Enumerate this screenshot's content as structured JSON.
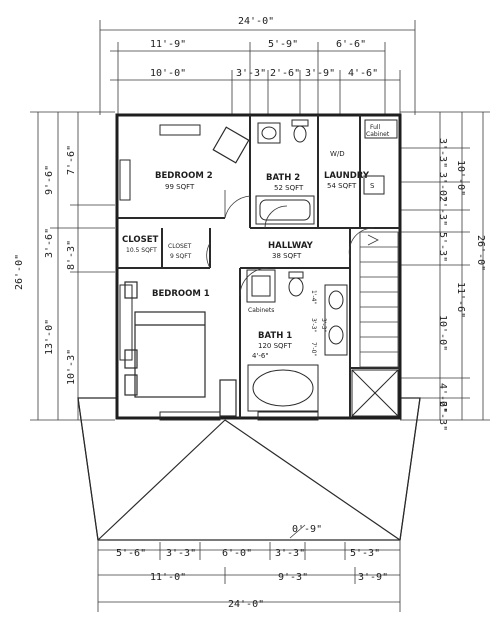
{
  "dimensions": {
    "top_overall": "24'-0\"",
    "top_row2_left": "11'-9\"",
    "top_row2_mid": "5'-9\"",
    "top_row2_right": "6'-6\"",
    "top_row3_a": "10'-0\"",
    "top_row3_b": "3'-3\"",
    "top_row3_c": "2'-6\"",
    "top_row3_d": "3'-9\"",
    "top_row3_e": "4'-6\"",
    "left_overall": "26'-0\"",
    "left_upper": "9'-6\"",
    "left_lower": "13'-0\"",
    "left_inner_a": "7'-6\"",
    "left_inner_b": "3'-6\"",
    "left_inner_c": "8'-3\"",
    "left_inner_d": "10'-3\"",
    "right_overall": "26'-0\"",
    "right_a": "3'-3\"",
    "right_b": "3'-0\"",
    "right_c": "2'-3\"",
    "right_d": "5'-3\"",
    "right_e": "10'-0\"",
    "right_f": "11'-6\"",
    "right_g": "10'-0\"",
    "right_h": "4'-6\"",
    "right_i": "2'-3\"",
    "bath1_a": "1'-4\"",
    "bath1_b": "3'-3\"",
    "bath1_c": "7'-0\"",
    "bath1_d": "3'-3\"",
    "bath1_e": "4'-6\"",
    "bottom_small": "0'-9\"",
    "bottom_row1_a": "5'-6\"",
    "bottom_row1_b": "3'-3\"",
    "bottom_row1_c": "6'-0\"",
    "bottom_row1_d": "3'-3\"",
    "bottom_row1_e": "5'-3\"",
    "bottom_row2_a": "11'-0\"",
    "bottom_row2_b": "9'-3\"",
    "bottom_row2_c": "3'-9\"",
    "bottom_overall": "24'-0\""
  },
  "rooms": {
    "bedroom2": {
      "name": "BEDROOM 2",
      "area": "99 SQFT"
    },
    "bath2": {
      "name": "BATH 2",
      "area": "52 SQFT"
    },
    "laundry": {
      "name": "LAUNDRY",
      "area": "54 SQFT"
    },
    "closet1": {
      "name": "CLOSET",
      "area": "10.5 SQFT"
    },
    "closet2": {
      "name": "CLOSET",
      "area": "9 SQFT"
    },
    "hallway": {
      "name": "HALLWAY",
      "area": "38 SQFT"
    },
    "bedroom1": {
      "name": "BEDROOM 1",
      "area": ""
    },
    "bath1": {
      "name": "BATH 1",
      "area": "120 SQFT"
    }
  },
  "fixtures": {
    "washer_dryer": "W/D",
    "full_cabinet_1": "Full",
    "full_cabinet_2": "Cabinet",
    "sink_label": "S",
    "cabinets": "Cabinets"
  }
}
